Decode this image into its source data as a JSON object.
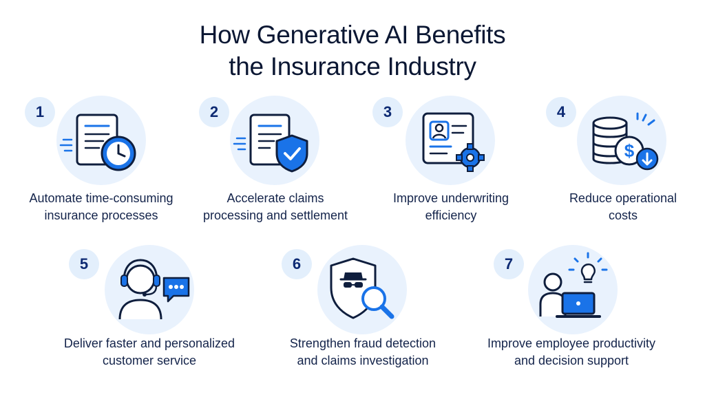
{
  "title": {
    "line1": "How Generative AI Benefits",
    "line2": "the Insurance Industry"
  },
  "benefits": [
    {
      "number": "1",
      "icon": "document-clock-icon",
      "line1": "Automate time-consuming",
      "line2": "insurance processes"
    },
    {
      "number": "2",
      "icon": "document-shield-icon",
      "line1": "Accelerate claims",
      "line2": "processing and settlement"
    },
    {
      "number": "3",
      "icon": "profile-card-gear-icon",
      "line1": "Improve underwriting",
      "line2": "efficiency"
    },
    {
      "number": "4",
      "icon": "coins-dollar-down-icon",
      "line1": "Reduce operational",
      "line2": "costs"
    },
    {
      "number": "5",
      "icon": "support-agent-chat-icon",
      "line1": "Deliver faster and personalized",
      "line2": "customer service"
    },
    {
      "number": "6",
      "icon": "shield-detective-magnifier-icon",
      "line1": "Strengthen fraud detection",
      "line2": "and claims investigation"
    },
    {
      "number": "7",
      "icon": "person-laptop-lightbulb-icon",
      "line1": "Improve employee productivity",
      "line2": "and decision support"
    }
  ],
  "colors": {
    "accent": "#1a73e8",
    "navy": "#0f1e3d",
    "badge_bg": "#e3effc",
    "icon_circle_bg": "#e9f2fd"
  }
}
